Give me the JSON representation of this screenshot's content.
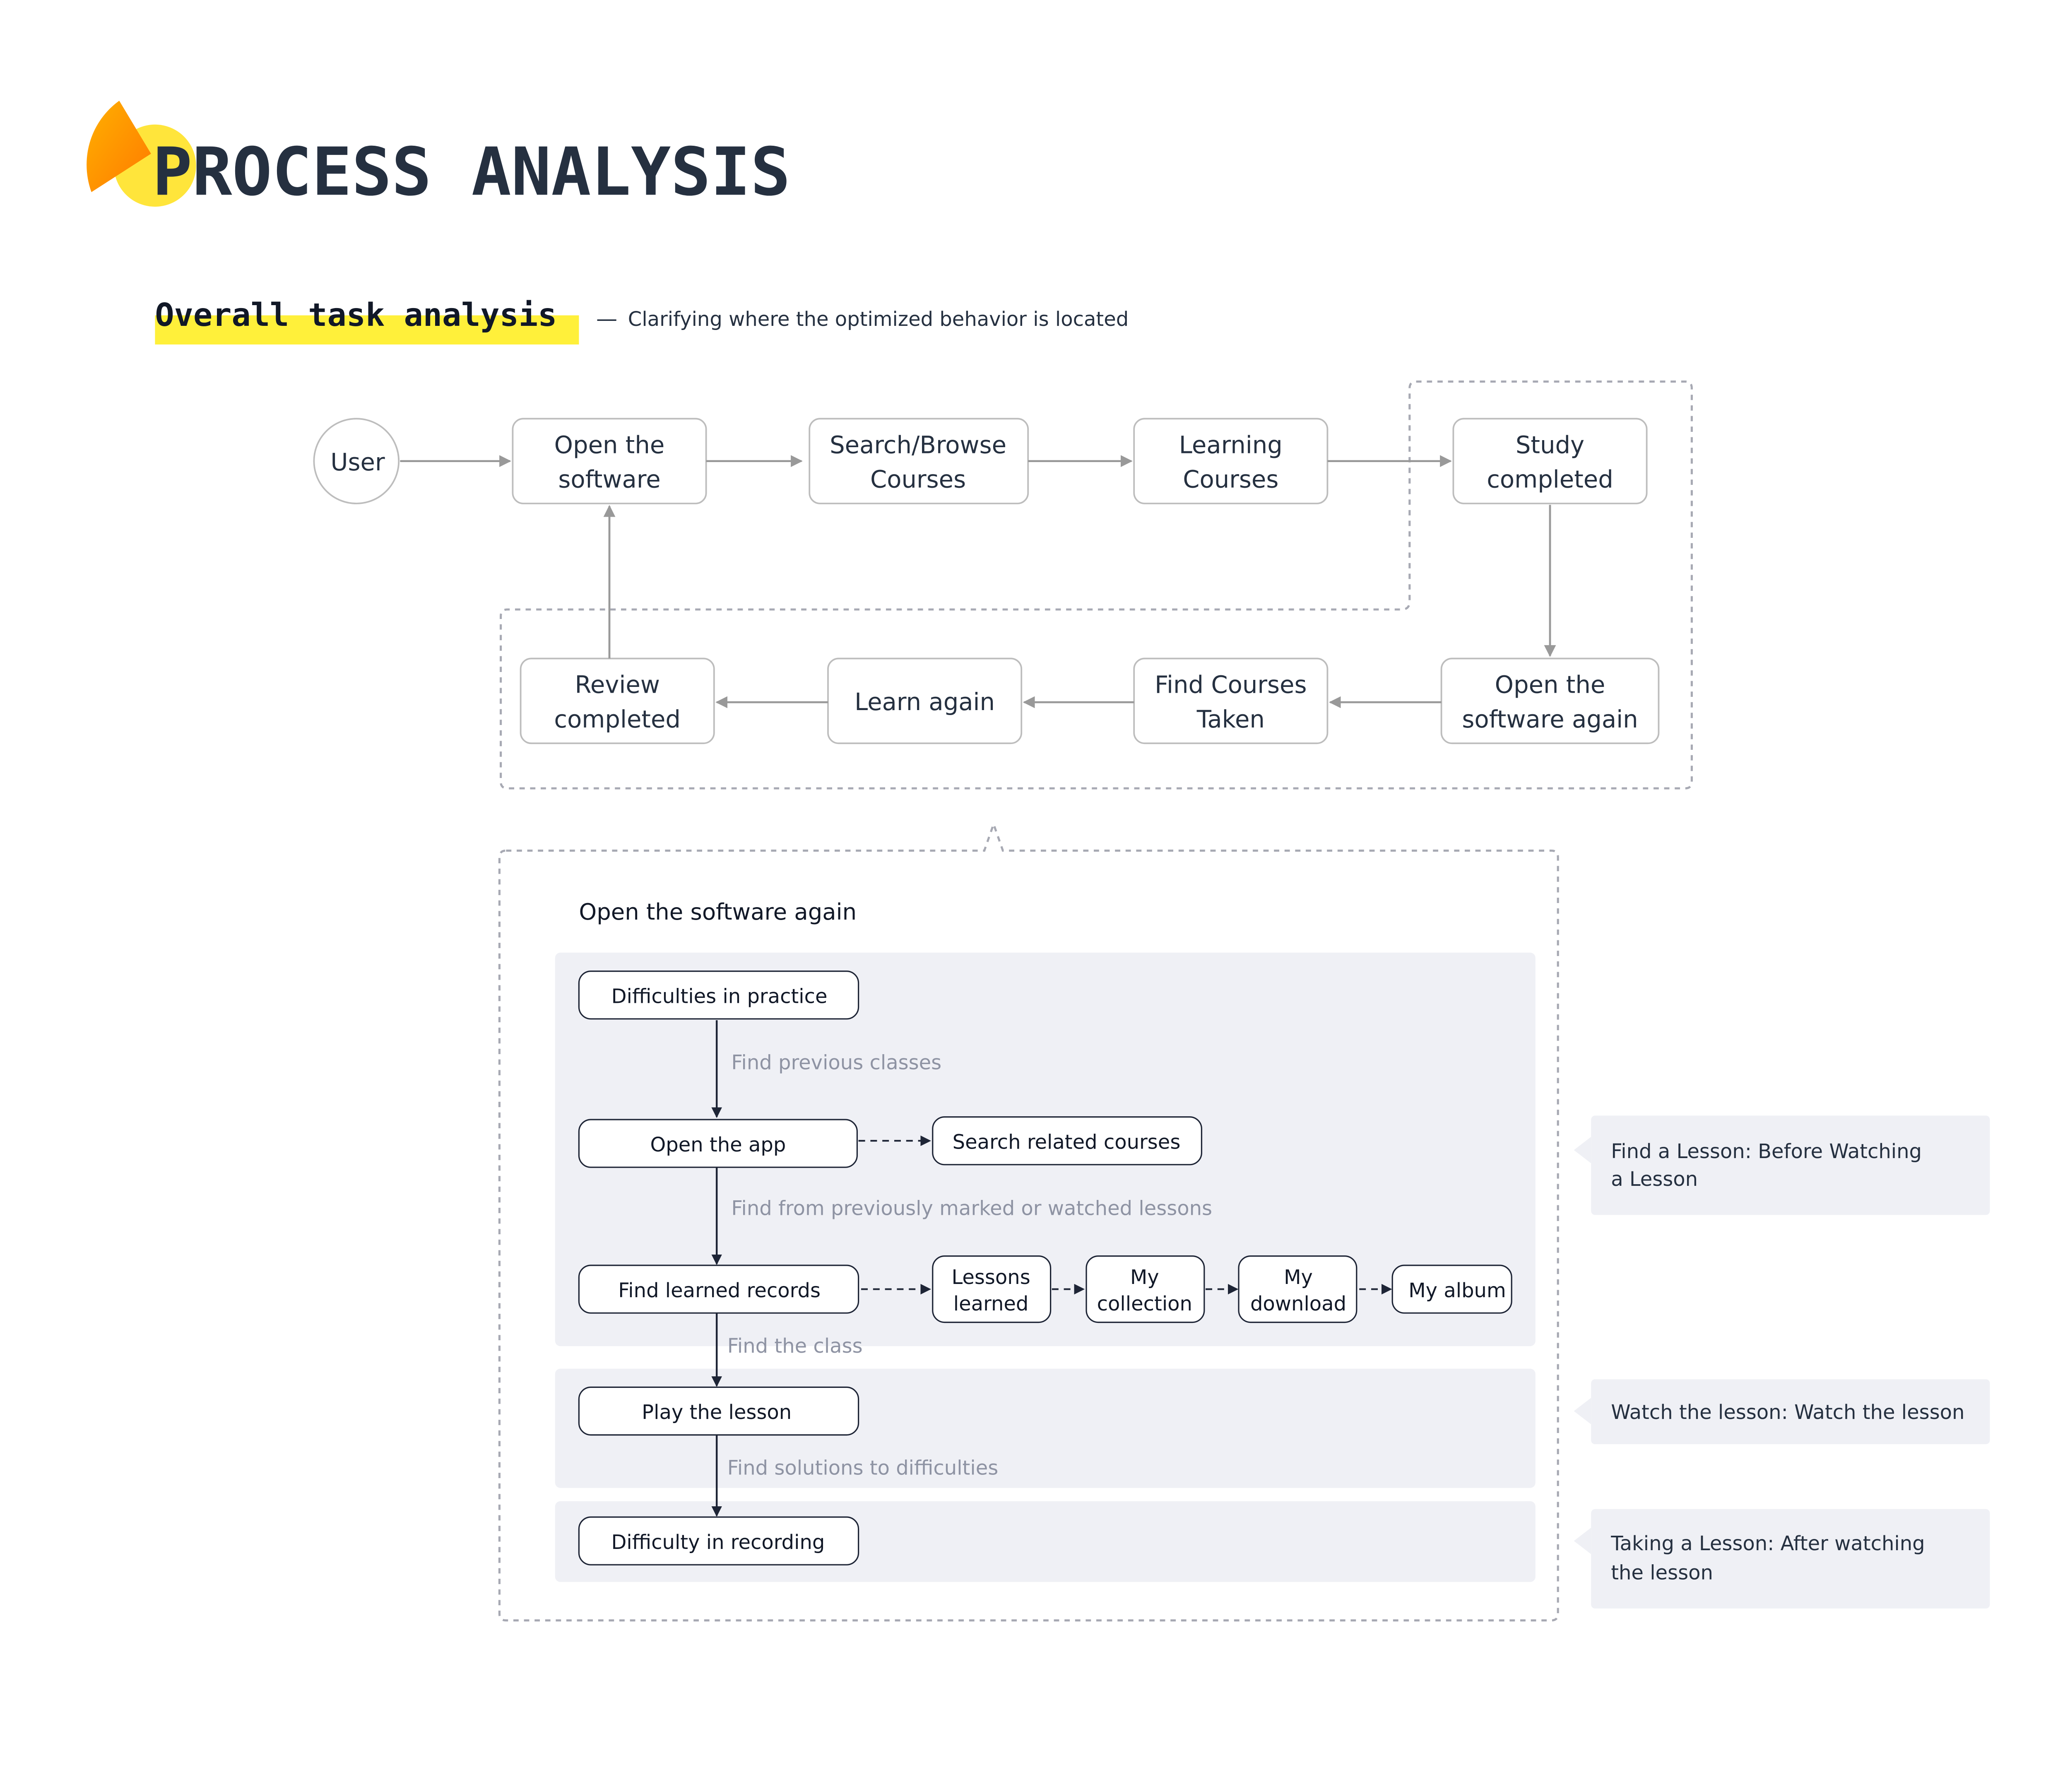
{
  "header": {
    "title": "PROCESS ANALYSIS",
    "logo_colors": {
      "yellow": "#FFE53B",
      "orange": "#FF8A00"
    }
  },
  "section": {
    "title": "Overall task analysis",
    "dash": "—",
    "subtitle": "Clarifying where the optimized behavior is located",
    "highlight_color": "#FFF03A"
  },
  "flow": {
    "user": "User",
    "top_row": [
      [
        "Open the",
        "software"
      ],
      [
        "Search/Browse",
        "Courses"
      ],
      [
        "Learning",
        "Courses"
      ],
      [
        "Study",
        "completed"
      ]
    ],
    "bottom_row": [
      [
        "Review",
        "completed"
      ],
      [
        "Learn again"
      ],
      [
        "Find Courses",
        "Taken"
      ],
      [
        "Open the",
        "software again"
      ]
    ]
  },
  "detail": {
    "title": "Open the software again",
    "steps": {
      "difficulties": "Difficulties in practice",
      "open_app": "Open the app",
      "search_related": "Search related courses",
      "find_records": "Find learned records",
      "lessons_learned": [
        "Lessons",
        "learned"
      ],
      "my_collection": [
        "My",
        "collection"
      ],
      "my_download": [
        "My",
        "download"
      ],
      "my_album": "My album",
      "play_lesson": "Play the lesson",
      "difficulty_recording": "Difficulty in recording"
    },
    "edge_labels": {
      "find_previous": "Find previous classes",
      "find_marked": "Find from previously marked or watched lessons",
      "find_class": "Find the class",
      "find_solutions": "Find solutions to difficulties"
    }
  },
  "callouts": [
    [
      "Find a Lesson: Before Watching",
      "a Lesson"
    ],
    [
      "Watch the lesson: Watch the lesson"
    ],
    [
      "Taking a Lesson: After watching",
      "the lesson"
    ]
  ],
  "colors": {
    "title_text": "#253040",
    "node_border": "#BDBDBD",
    "arrow_gray": "#999999",
    "panel_bg": "#EFF0F5",
    "dark_line": "#1E2536",
    "edge_label": "#8E93A3"
  }
}
